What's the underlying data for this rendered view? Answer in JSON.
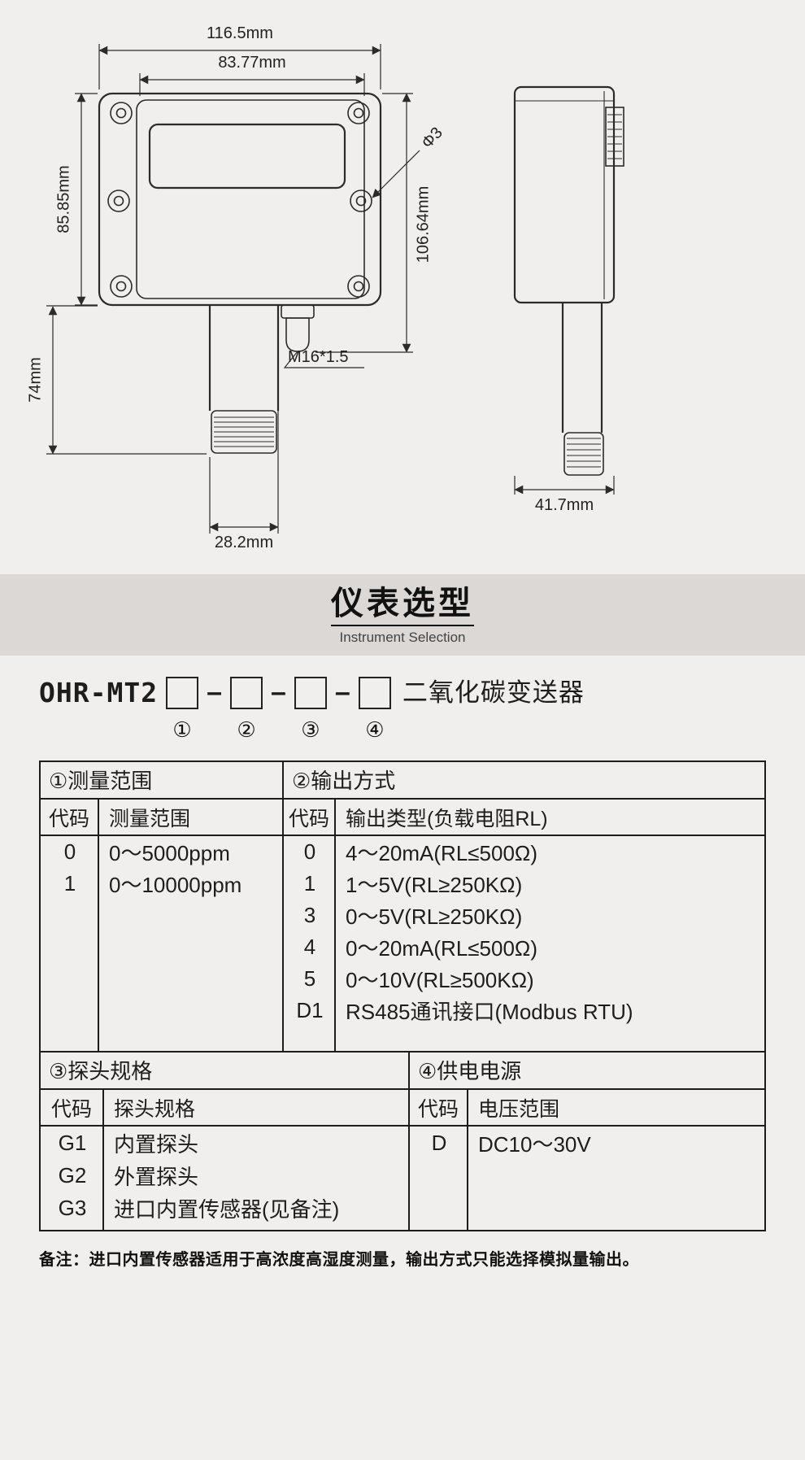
{
  "drawing": {
    "dims": {
      "width_total": "116.5mm",
      "width_inner": "83.77mm",
      "height_body": "85.85mm",
      "height_probe": "74mm",
      "height_total": "106.64mm",
      "hole_dia": "Φ3",
      "gland_thread": "M16*1.5",
      "probe_width": "28.2mm",
      "side_width": "41.7mm"
    }
  },
  "section": {
    "title": "仪表选型",
    "subtitle": "Instrument Selection"
  },
  "model": {
    "prefix": "OHR-MT2",
    "separator": "–",
    "suffix": "二氧化碳变送器",
    "markers": [
      "①",
      "②",
      "③",
      "④"
    ]
  },
  "selection": {
    "range": {
      "title": "①测量范围",
      "col_code": "代码",
      "col_value": "测量范围",
      "rows": [
        {
          "code": "0",
          "value": "0～5000ppm"
        },
        {
          "code": "1",
          "value": "0～10000ppm"
        }
      ]
    },
    "output": {
      "title": "②输出方式",
      "col_code": "代码",
      "col_value": "输出类型(负载电阻RL)",
      "rows": [
        {
          "code": "0",
          "value": "4～20mA(RL≤500Ω)"
        },
        {
          "code": "1",
          "value": "1～5V(RL≥250KΩ)"
        },
        {
          "code": "3",
          "value": "0～5V(RL≥250KΩ)"
        },
        {
          "code": "4",
          "value": "0～20mA(RL≤500Ω)"
        },
        {
          "code": "5",
          "value": "0～10V(RL≥500KΩ)"
        },
        {
          "code": "D1",
          "value": "RS485通讯接口(Modbus RTU)"
        }
      ]
    },
    "probe": {
      "title": "③探头规格",
      "col_code": "代码",
      "col_value": "探头规格",
      "rows": [
        {
          "code": "G1",
          "value": "内置探头"
        },
        {
          "code": "G2",
          "value": "外置探头"
        },
        {
          "code": "G3",
          "value": "进口内置传感器(见备注)"
        }
      ]
    },
    "power": {
      "title": "④供电电源",
      "col_code": "代码",
      "col_value": "电压范围",
      "rows": [
        {
          "code": "D",
          "value": "DC10～30V"
        }
      ]
    }
  },
  "note": "备注：进口内置传感器适用于高浓度高湿度测量，输出方式只能选择模拟量输出。"
}
